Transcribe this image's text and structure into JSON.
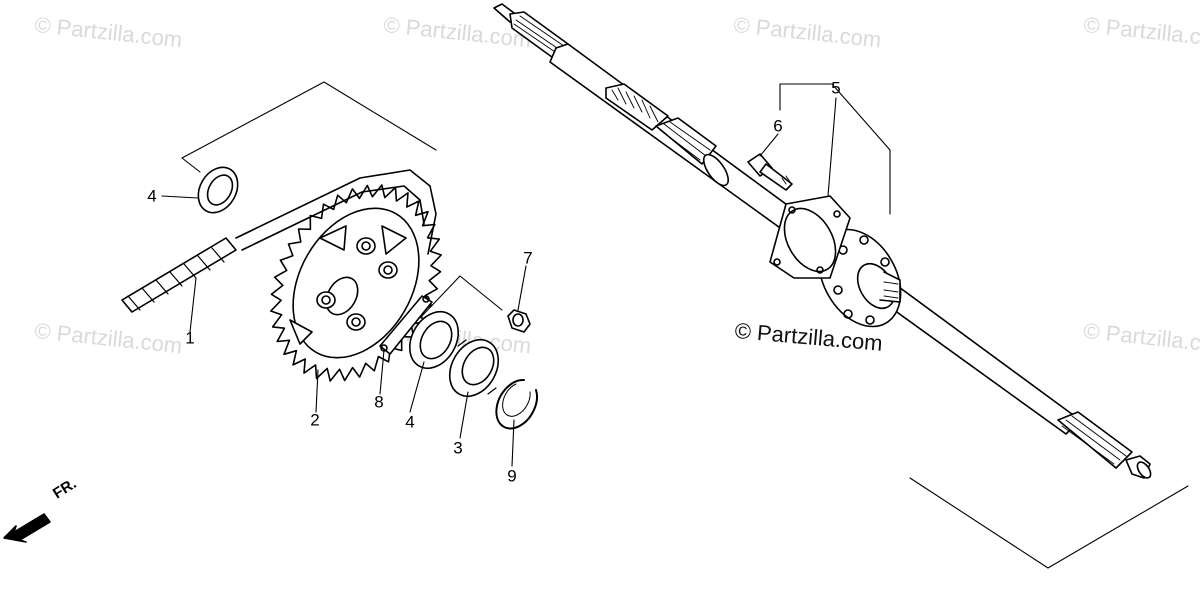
{
  "watermark": {
    "text": "© Partzilla.com"
  },
  "credit": {
    "text": "© Partzilla.com"
  },
  "direction_marker": {
    "label": "FR.",
    "icon": "front-arrow-icon"
  },
  "callouts": [
    {
      "id": "c1",
      "text": "1"
    },
    {
      "id": "c2",
      "text": "2"
    },
    {
      "id": "c3",
      "text": "3"
    },
    {
      "id": "c4a",
      "text": "4"
    },
    {
      "id": "c4b",
      "text": "4"
    },
    {
      "id": "c5",
      "text": "5"
    },
    {
      "id": "c6",
      "text": "6"
    },
    {
      "id": "c7",
      "text": "7"
    },
    {
      "id": "c8",
      "text": "8"
    },
    {
      "id": "c9",
      "text": "9"
    }
  ],
  "colors": {
    "line": "#000000",
    "watermark": "#d9d9d9",
    "background": "#ffffff"
  }
}
